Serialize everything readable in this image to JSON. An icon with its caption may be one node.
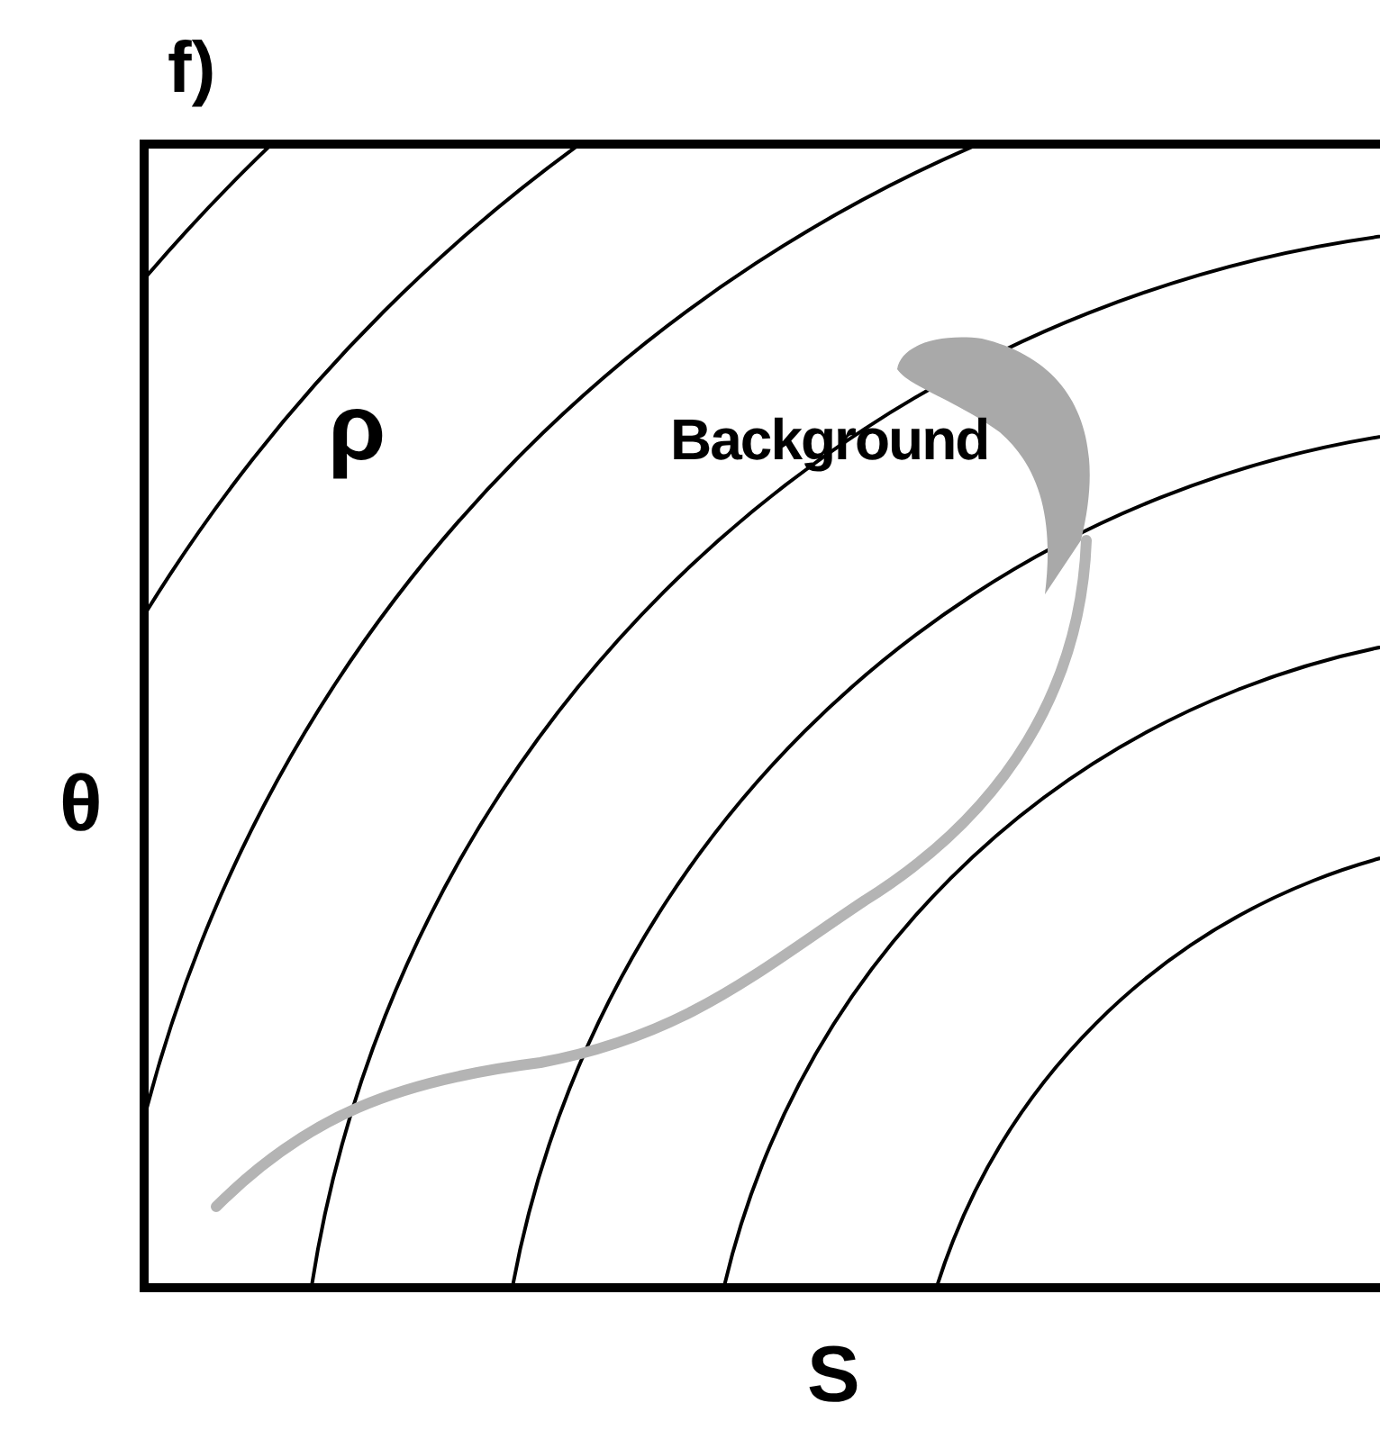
{
  "diagram": {
    "labels": [
      "f)",
      "ρ",
      "Background",
      "θ",
      "S"
    ]
  }
}
